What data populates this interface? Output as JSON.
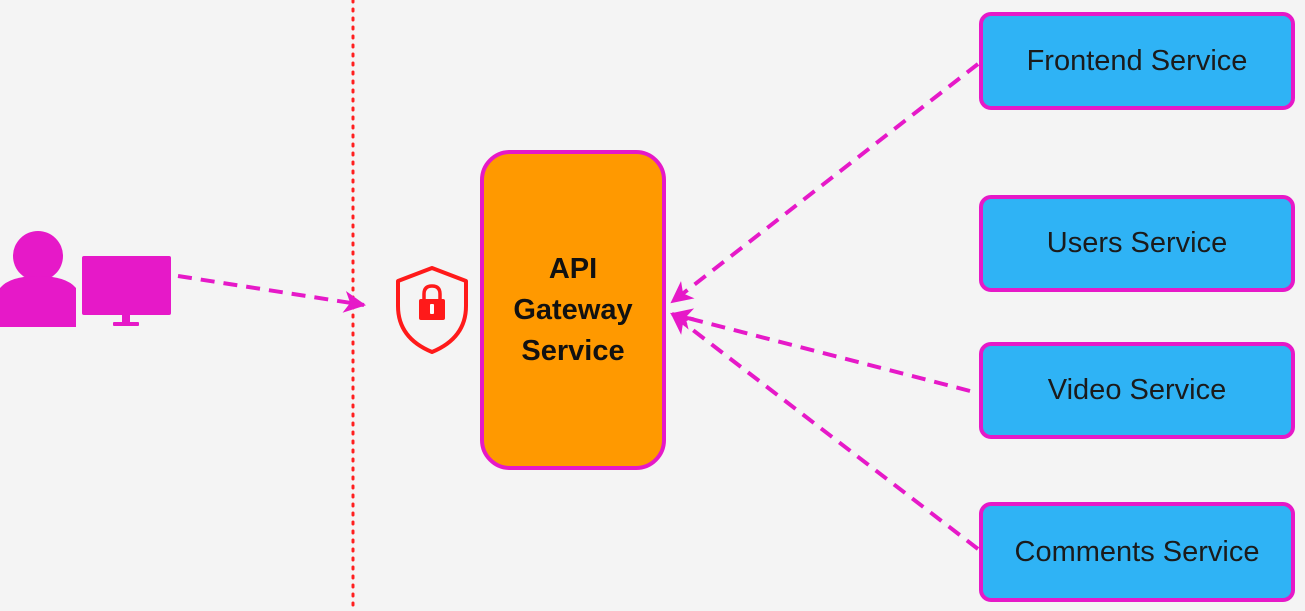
{
  "gateway": {
    "label": "API\nGateway\nService",
    "fill": "#ff9900"
  },
  "services": [
    {
      "label": "Frontend Service"
    },
    {
      "label": "Users Service"
    },
    {
      "label": "Video Service"
    },
    {
      "label": "Comments Service"
    }
  ],
  "icons": {
    "client": "user-with-monitor-icon",
    "security": "shield-lock-icon"
  },
  "colors": {
    "background": "#f4f4f4",
    "border": "#e619c8",
    "arrow": "#e619c8",
    "service_fill": "#2fb3f5",
    "boundary_line": "#ff1f1f",
    "shield": "#ff1a1a"
  }
}
